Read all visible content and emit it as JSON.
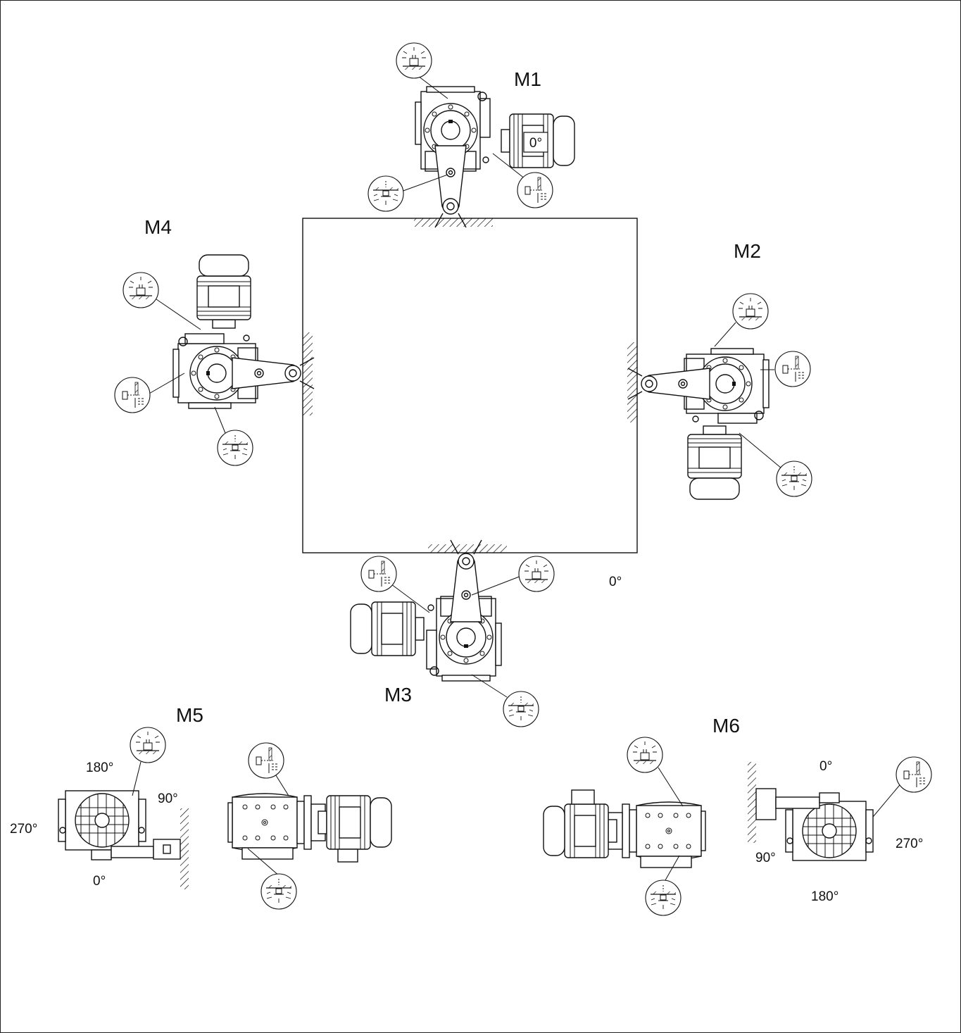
{
  "positions": [
    {
      "id": "M1",
      "label": "M1"
    },
    {
      "id": "M2",
      "label": "M2"
    },
    {
      "id": "M3",
      "label": "M3"
    },
    {
      "id": "M4",
      "label": "M4"
    },
    {
      "id": "M5",
      "label": "M5"
    },
    {
      "id": "M6",
      "label": "M6"
    }
  ],
  "angles": {
    "m1_motor": "0°",
    "m3_side": "0°",
    "m5": {
      "top": "180°",
      "right": "90°",
      "left": "270°",
      "bottom": "0°"
    },
    "m6": {
      "top": "0°",
      "left": "90°",
      "right": "270°",
      "bottom": "180°"
    }
  },
  "icons": {
    "vent": "breather-plug-icon",
    "level": "oil-level-plug-icon",
    "drain": "drain-plug-icon"
  }
}
